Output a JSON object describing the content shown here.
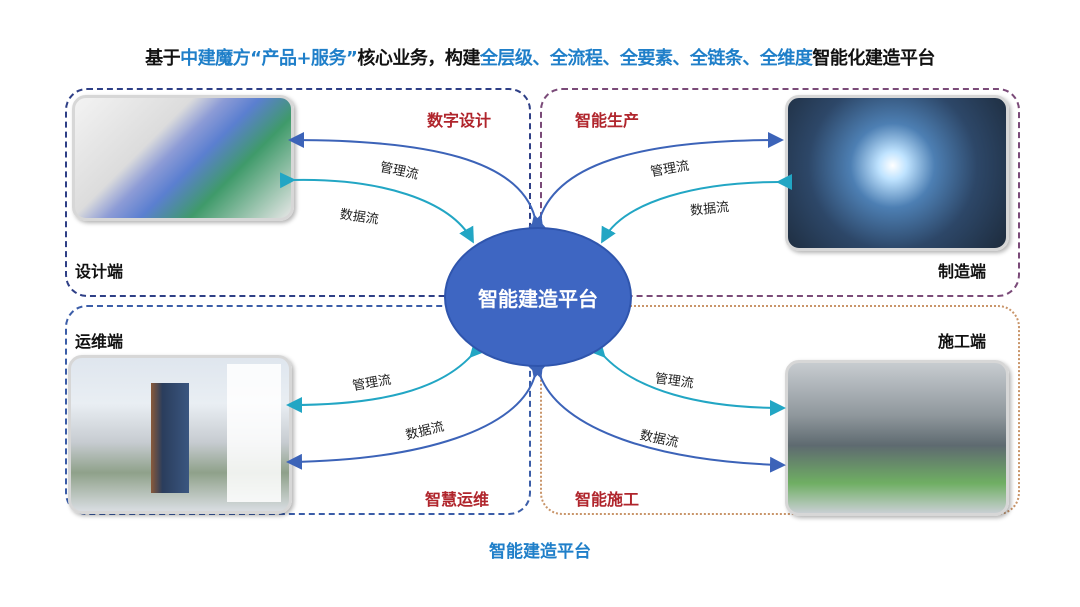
{
  "title": {
    "p1": "基于",
    "p2": "中建魔方",
    "p3": "“产品+服务”",
    "p4": "核心业务，构建",
    "p5": "全层级、全流程、全要素、全链条、全维度",
    "p6": "智能化建造平台"
  },
  "center_label": "智能建造平台",
  "bottom_label": "智能建造平台",
  "quadrants": {
    "tl": {
      "endpoint": "设计端",
      "function": "数字设计",
      "mgmt": "管理流",
      "data": "数据流"
    },
    "tr": {
      "endpoint": "制造端",
      "function": "智能生产",
      "mgmt": "管理流",
      "data": "数据流"
    },
    "bl": {
      "endpoint": "运维端",
      "function": "智慧运维",
      "mgmt": "管理流",
      "data": "数据流"
    },
    "br": {
      "endpoint": "施工端",
      "function": "智能施工",
      "mgmt": "管理流",
      "data": "数据流"
    }
  },
  "colors": {
    "accent": "#1f7fc9",
    "center": "#3e66c2",
    "function_red": "#b0252c",
    "mgmt_arrow": "#3c63b8",
    "data_arrow": "#22a6c4"
  }
}
